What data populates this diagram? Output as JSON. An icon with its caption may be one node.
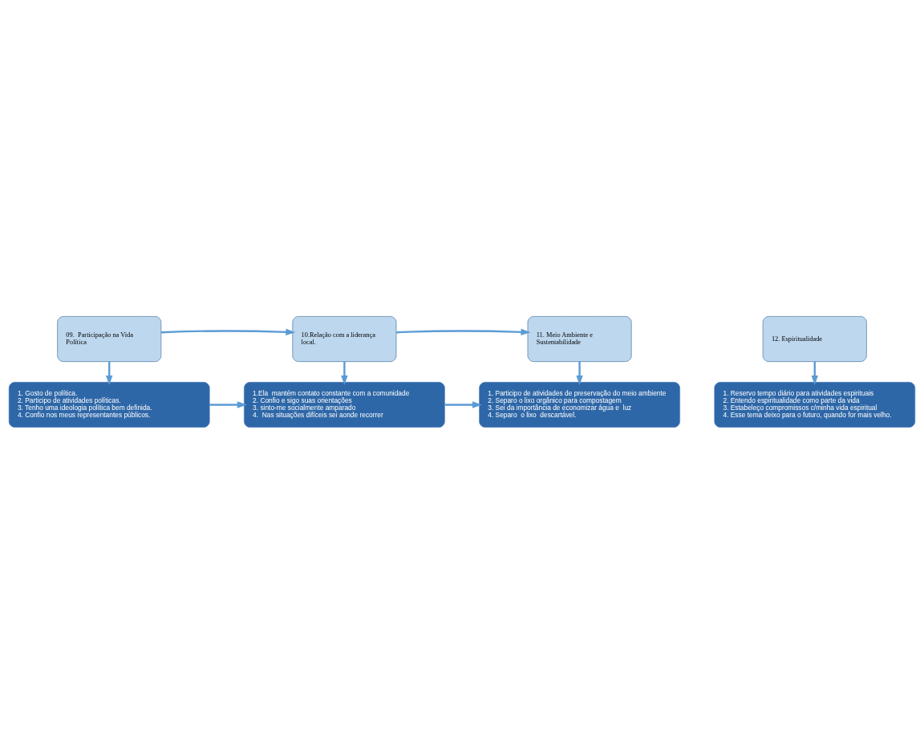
{
  "diagram": {
    "nodes": [
      {
        "text": [
          "09.  Participação na Vida Política"
        ]
      },
      {
        "text": [
          "1. Gosto de política.",
          "2. Participo de atividades políticas.",
          "3. Tenho uma ideologia política bem definida.",
          "4. Confio nos meus representantes públicos."
        ]
      },
      {
        "text": [
          "10.Relação com a liderança local."
        ]
      },
      {
        "text": [
          "1.Ela  mantém contato constante com a comunidade",
          "2. Confio e sigo suas orientações",
          "3. sinto-me socialmente amparado",
          "4.  Nas situações difíceis sei aonde recorrer"
        ]
      },
      {
        "text": [
          "11. Meio Ambiente e Sustentabilidade"
        ]
      },
      {
        "text": [
          "1. Participo de atividades de preservação do meio ambiente",
          "2. Separo o lixo orgânico para compostagem",
          "3. Sei da importância de economizar água e  luz",
          "4. Separo  o lixo  descartável."
        ]
      },
      {
        "text": [
          "12. Espiritualidade"
        ]
      },
      {
        "text": [
          "1. Reservo tempo diário para atividades espirituais",
          "2. Entendo espiritualidade como parte da vida",
          "3. Estabeleço compromissos c/minha vida espiritual",
          "4. Esse tema deixo para o futuro, quando for mais velho."
        ]
      }
    ],
    "edges": [
      {
        "from": 0,
        "to": 1,
        "arrow": "to"
      },
      {
        "from": 0,
        "to": 2,
        "arrow": "to"
      },
      {
        "from": 1,
        "to": 3,
        "arrow": "to"
      },
      {
        "from": 2,
        "to": 3,
        "arrow": "to"
      },
      {
        "from": 2,
        "to": 4,
        "arrow": "to"
      },
      {
        "from": 3,
        "to": 5,
        "arrow": "to"
      },
      {
        "from": 4,
        "to": 5,
        "arrow": "to"
      },
      {
        "from": 6,
        "to": 7,
        "arrow": "to"
      }
    ]
  }
}
